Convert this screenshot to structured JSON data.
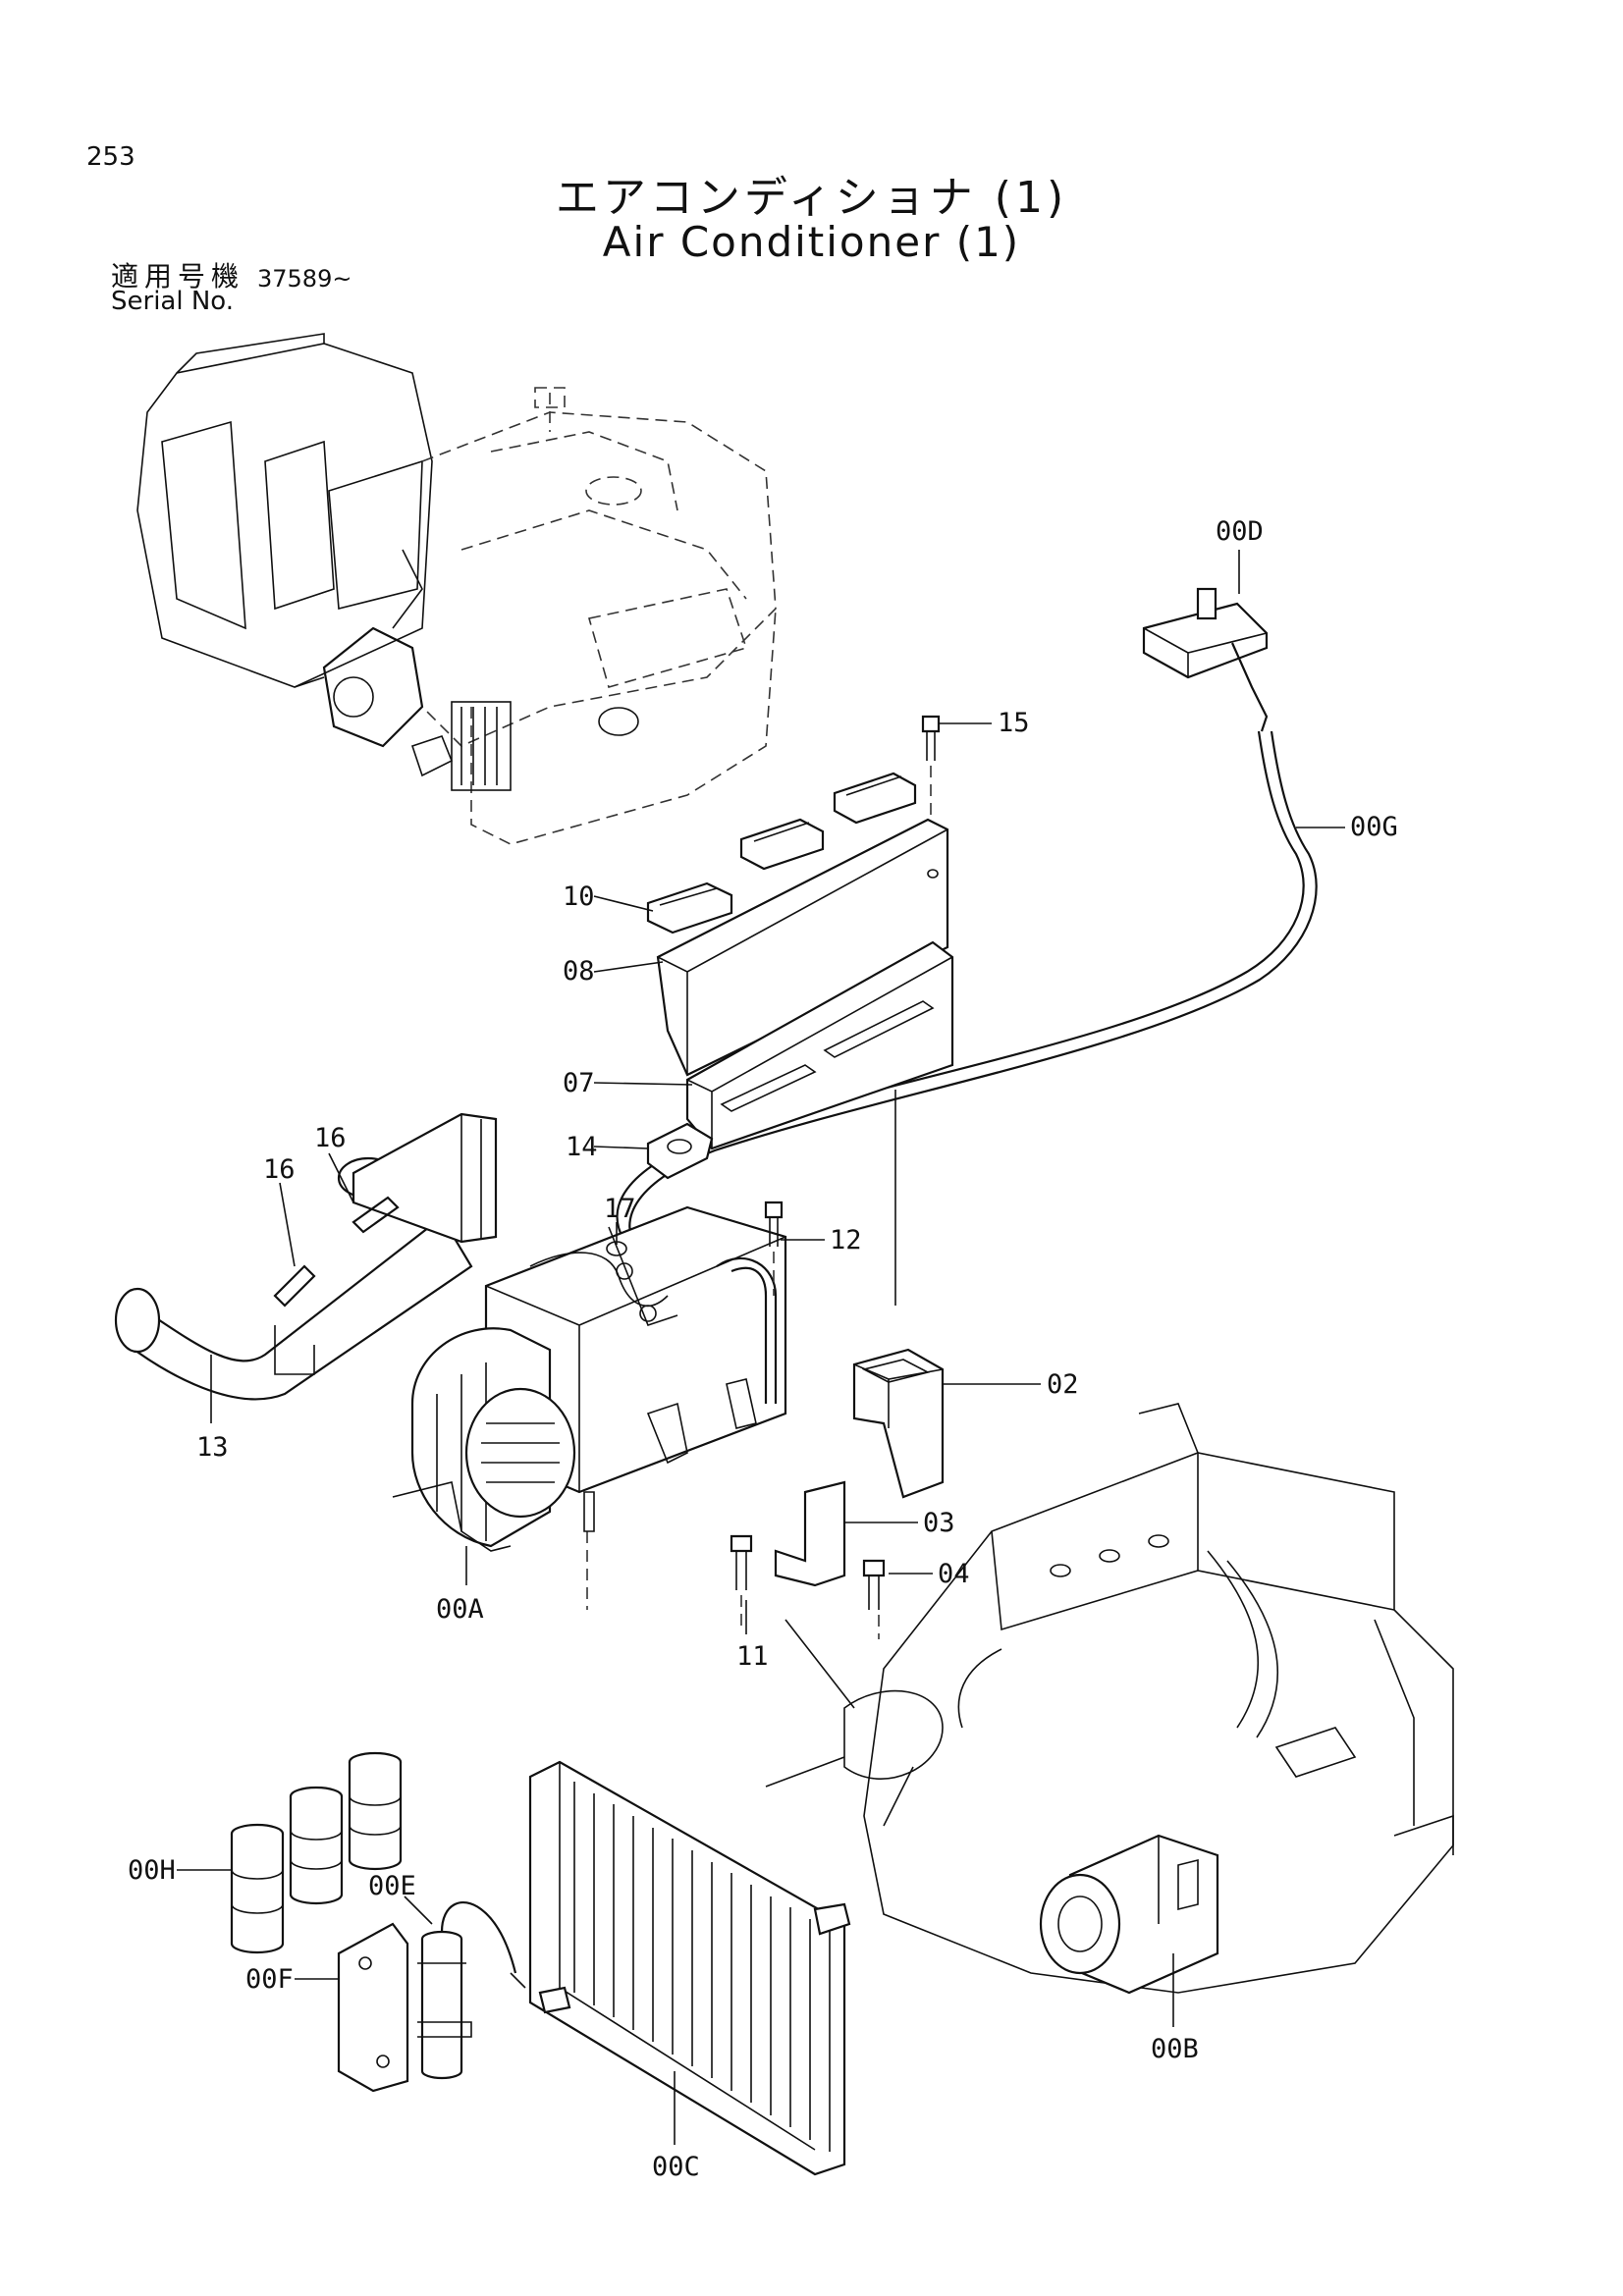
{
  "header": {
    "page_number": "253",
    "title_ja": "エアコンディショナ (1)",
    "title_en": "Air Conditioner (1)",
    "serial_label_ja": "適用号機",
    "serial_label_en": "Serial No.",
    "serial_value": "37589~"
  },
  "callouts": {
    "c00D": "00D",
    "c15": "15",
    "c00G": "00G",
    "c10": "10",
    "c08": "08",
    "c07": "07",
    "c14": "14",
    "c16a": "16",
    "c16b": "16",
    "c17": "17",
    "c12": "12",
    "c02": "02",
    "c13": "13",
    "c03": "03",
    "c04": "04",
    "c00A": "00A",
    "c11": "11",
    "c00H": "00H",
    "c00E": "00E",
    "c00F": "00F",
    "c00B": "00B",
    "c00C": "00C"
  }
}
